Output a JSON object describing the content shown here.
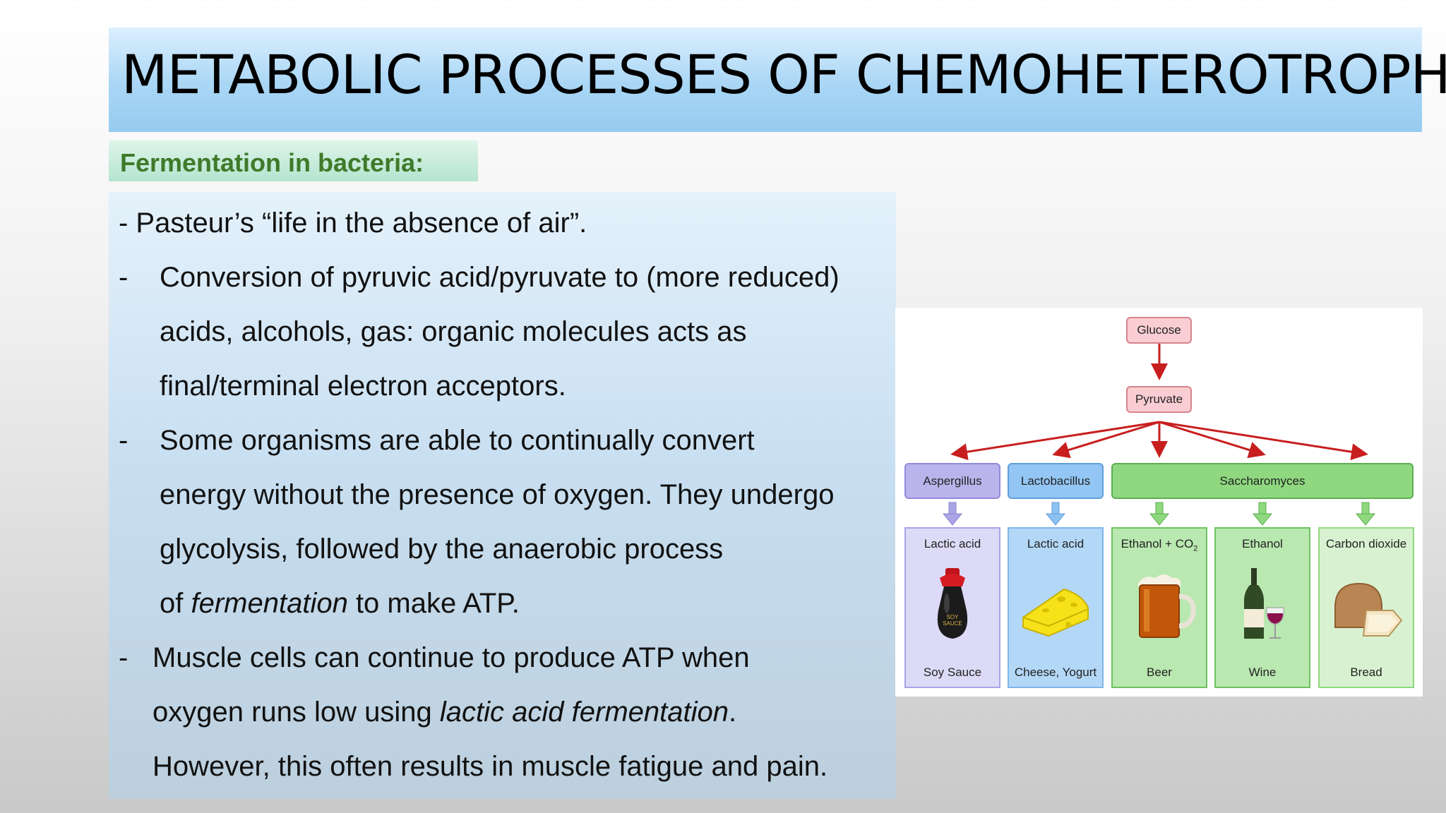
{
  "slide": {
    "title": "METABOLIC PROCESSES OF CHEMOHETEROTROPHS:",
    "subtitle": "Fermentation in bacteria:",
    "bullets": {
      "b1": "- Pasteur’s “life in the absence of air”.",
      "b2_dash": "-",
      "b2_l1": "Conversion of pyruvic acid/pyruvate to (more reduced)",
      "b2_l2": "acids, alcohols, gas: organic molecules acts as",
      "b2_l3": "final/terminal electron acceptors.",
      "b3_dash": "-",
      "b3_l1": "Some organisms are able to continually convert",
      "b3_l2": "energy without the presence of oxygen. They undergo",
      "b3_l3": "glycolysis, followed by the anaerobic process",
      "b3_l4_pre": "of ",
      "b3_l4_em": "fermentation",
      "b3_l4_post": " to make ATP.",
      "b4_dash": "-",
      "b4_l1": "Muscle cells can continue to produce ATP when",
      "b4_l2_pre": "oxygen runs low using ",
      "b4_l2_em": "lactic acid fermentation",
      "b4_l2_post": ".",
      "b4_l3": "However, this often results in muscle fatigue and pain."
    }
  },
  "figure": {
    "glucose": "Glucose",
    "pyruvate": "Pyruvate",
    "organisms": {
      "aspergillus": "Aspergillus",
      "lactobacillus": "Lactobacillus",
      "saccharomyces": "Saccharomyces"
    },
    "products": {
      "p1_top": "Lactic acid",
      "p1_bottom": "Soy Sauce",
      "p2_top": "Lactic acid",
      "p2_bottom": "Cheese, Yogurt",
      "p3_top": "Ethanol + CO",
      "p3_sub": "2",
      "p3_bottom": "Beer",
      "p4_top": "Ethanol",
      "p4_bottom": "Wine",
      "p5_top": "Carbon dioxide",
      "p5_bottom": "Bread"
    },
    "soy_label": "SOY SAUCE",
    "colors": {
      "arrow_red": "#c81e1e",
      "purple": "#b9b3ea",
      "blue": "#8fc4f3",
      "green": "#8fd880"
    }
  }
}
